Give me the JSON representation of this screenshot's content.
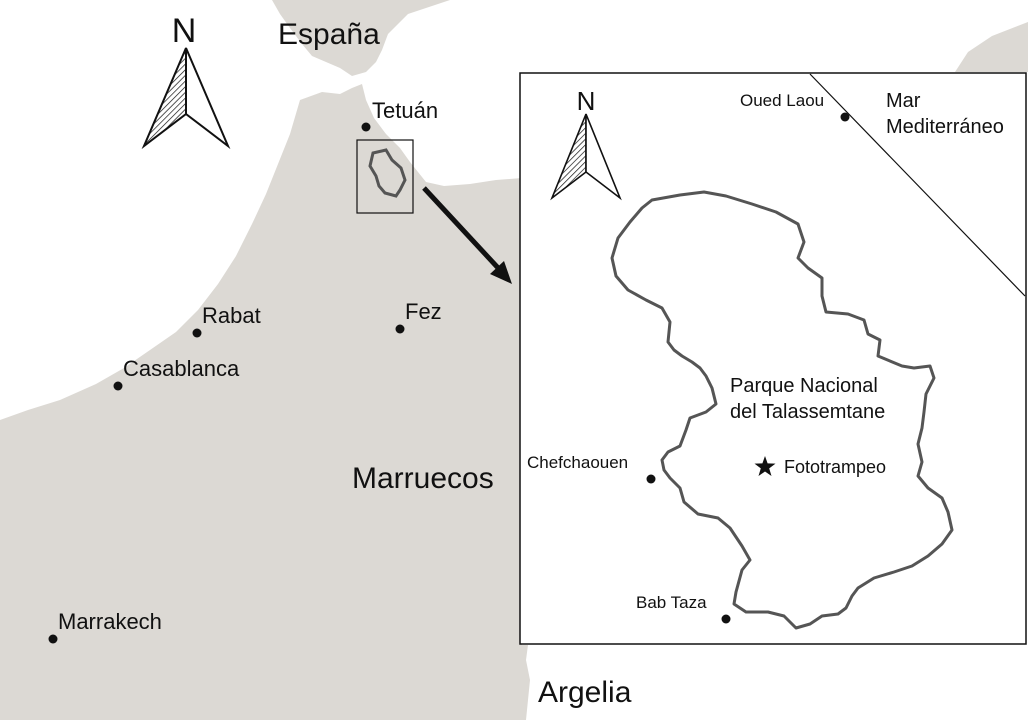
{
  "colors": {
    "sea": "#ffffff",
    "land": "#dcd9d4",
    "ink": "#111111",
    "park_outline": "#555555",
    "inset_bg": "#ffffff"
  },
  "main_map": {
    "labels": {
      "spain": "España",
      "morocco": "Marruecos",
      "algeria": "Argelia",
      "north": "N"
    },
    "cities": [
      {
        "id": "tetuan",
        "name": "Tetuán"
      },
      {
        "id": "rabat",
        "name": "Rabat"
      },
      {
        "id": "casablanca",
        "name": "Casablanca"
      },
      {
        "id": "fez",
        "name": "Fez"
      },
      {
        "id": "marrakech",
        "name": "Marrakech"
      }
    ],
    "icons": {
      "north_arrow": "north-arrow-icon",
      "city_marker": "circle-dot-icon",
      "locator_arrow": "arrow-icon"
    }
  },
  "inset_map": {
    "labels": {
      "north": "N",
      "sea_line1": "Mar",
      "sea_line2": "Mediterráneo",
      "park_line1": "Parque Nacional",
      "park_line2": "del Talassemtane"
    },
    "places": [
      {
        "id": "oued-laou",
        "name": "Oued Laou"
      },
      {
        "id": "chefchaouen",
        "name": "Chefchaouen"
      },
      {
        "id": "bab-taza",
        "name": "Bab Taza"
      }
    ],
    "camera_trap": {
      "label": "Fototrampeo",
      "icon": "star-icon"
    }
  }
}
